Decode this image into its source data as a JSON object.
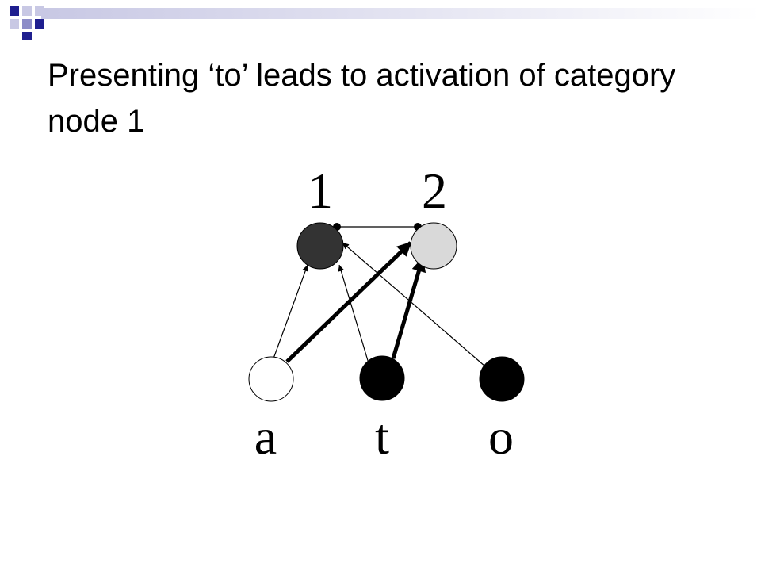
{
  "slide": {
    "title": "Presenting ‘to’ leads to activation of category node 1"
  },
  "diagram": {
    "category_nodes": [
      {
        "id": "c1",
        "label": "1",
        "state": "active",
        "fill": "#333333"
      },
      {
        "id": "c2",
        "label": "2",
        "state": "inactive",
        "fill": "#d9d9d9"
      }
    ],
    "input_nodes": [
      {
        "id": "a",
        "label": "a",
        "state": "inactive",
        "fill": "#ffffff"
      },
      {
        "id": "t",
        "label": "t",
        "state": "active",
        "fill": "#000000"
      },
      {
        "id": "o",
        "label": "o",
        "state": "active",
        "fill": "#000000"
      }
    ],
    "connections": [
      {
        "from": "a",
        "to": "c1",
        "weight": "thin"
      },
      {
        "from": "a",
        "to": "c2",
        "weight": "thick"
      },
      {
        "from": "t",
        "to": "c1",
        "weight": "thin"
      },
      {
        "from": "t",
        "to": "c2",
        "weight": "thick"
      },
      {
        "from": "o",
        "to": "c1",
        "weight": "thin"
      }
    ],
    "lateral_inhibition": {
      "between": [
        "c1",
        "c2"
      ]
    }
  },
  "colors": {
    "deco_dark": "#1f1f8f",
    "deco_mid": "#8c8cc8",
    "deco_light": "#c8c8e4"
  }
}
